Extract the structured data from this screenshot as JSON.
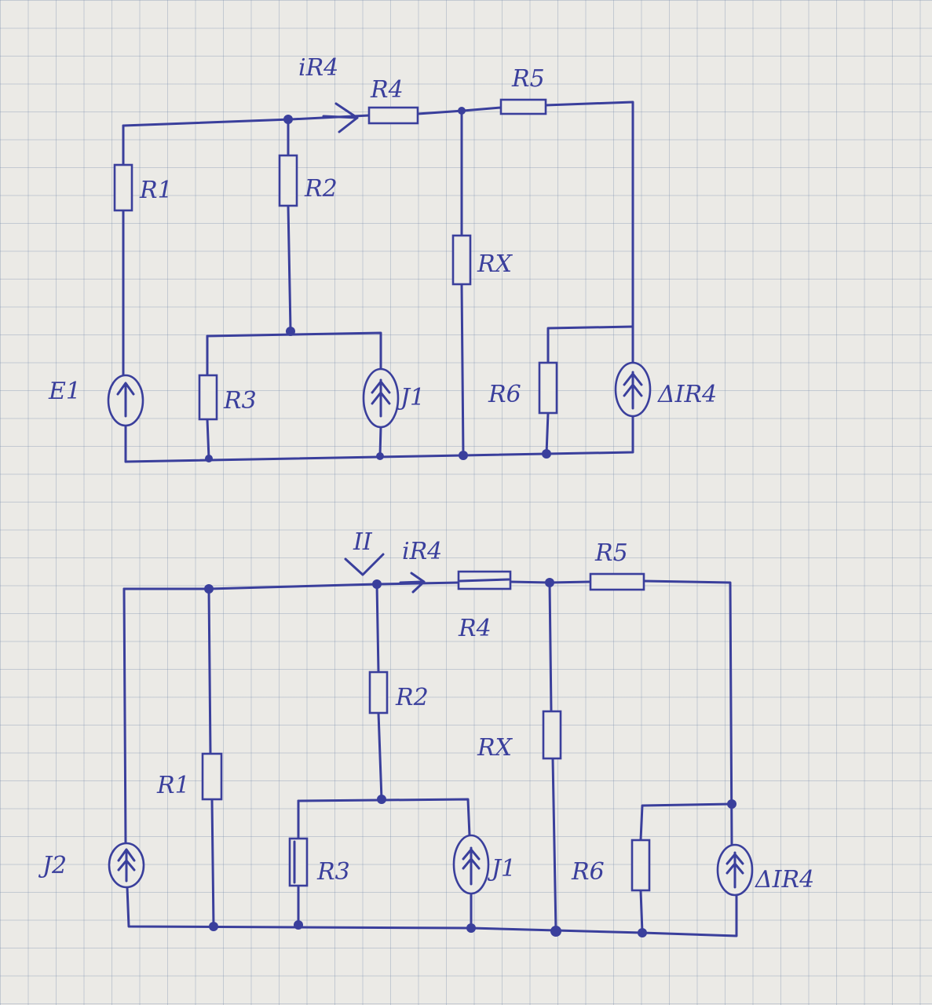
{
  "circuit1": {
    "current_label": "iR4",
    "R1": "R1",
    "R2": "R2",
    "R3": "R3",
    "R4": "R4",
    "R5": "R5",
    "Rx": "RX",
    "R6": "R6",
    "source_E": "E1",
    "source_J": "J1",
    "source_dI": "ΔIR4"
  },
  "circuit2": {
    "marker": "II",
    "current_label": "iR4",
    "R1": "R1",
    "R2": "R2",
    "R3": "R3",
    "R4": "R4",
    "R5": "R5",
    "Rx": "RX",
    "R6": "R6",
    "source_J2": "J2",
    "source_J": "J1",
    "source_dI": "ΔIR4"
  },
  "colors": {
    "ink": "#3a3f9c",
    "paper": "#ebeae6",
    "grid": "#8c9ab0"
  }
}
